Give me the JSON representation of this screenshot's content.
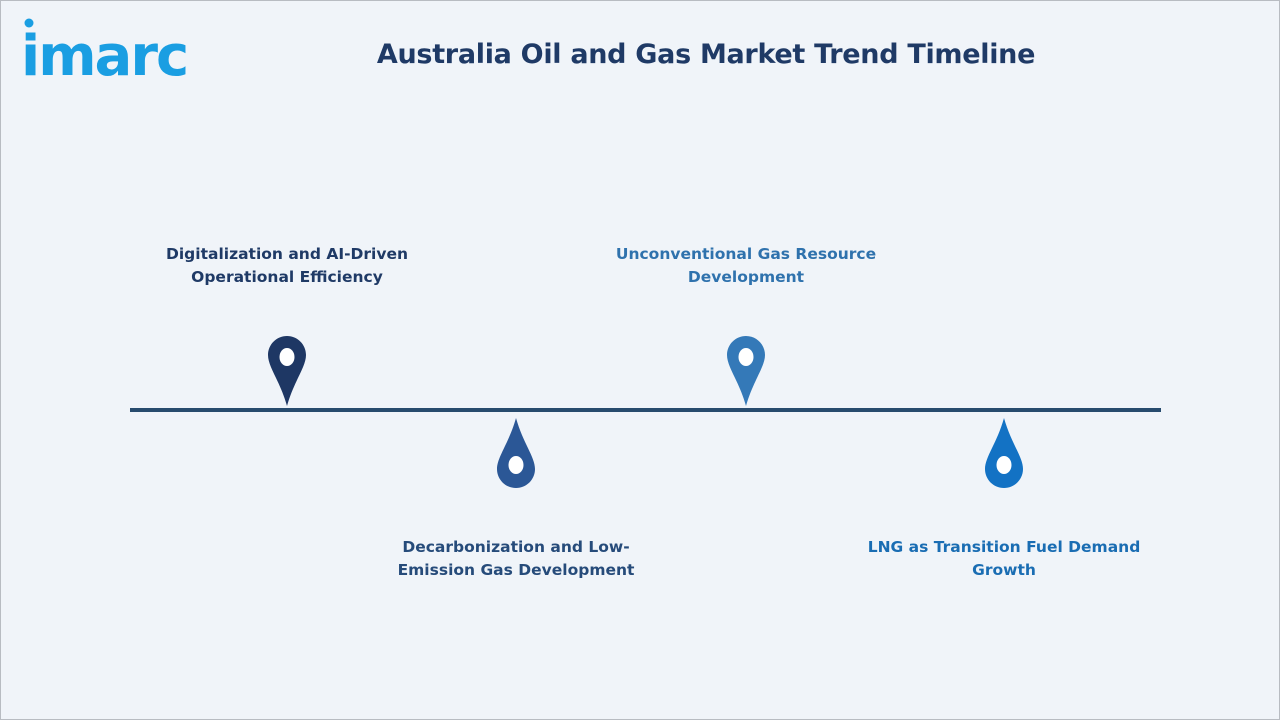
{
  "brand": {
    "logo_text": "imarc",
    "logo_color": "#1a9ee2"
  },
  "title": "Australia Oil and Gas Market Trend Timeline",
  "timeline": {
    "line_color": "#274b6e",
    "items": [
      {
        "line1": "Digitalization and AI-Driven",
        "line2": "Operational Efficiency",
        "position": "above",
        "text_color": "#1f3a66",
        "marker_color": "#1e3764",
        "icon": "map-pin-icon"
      },
      {
        "line1": "Decarbonization and Low-",
        "line2": "Emission Gas Development",
        "position": "below",
        "text_color": "#264b7a",
        "marker_color": "#2b5796",
        "icon": "map-pin-icon"
      },
      {
        "line1": "Unconventional Gas Resource",
        "line2": "Development",
        "position": "above",
        "text_color": "#2f72ad",
        "marker_color": "#3479b8",
        "icon": "map-pin-icon"
      },
      {
        "line1": "LNG as Transition Fuel Demand",
        "line2": "Growth",
        "position": "below",
        "text_color": "#1a6db3",
        "marker_color": "#1372c4",
        "icon": "map-pin-icon"
      }
    ]
  }
}
